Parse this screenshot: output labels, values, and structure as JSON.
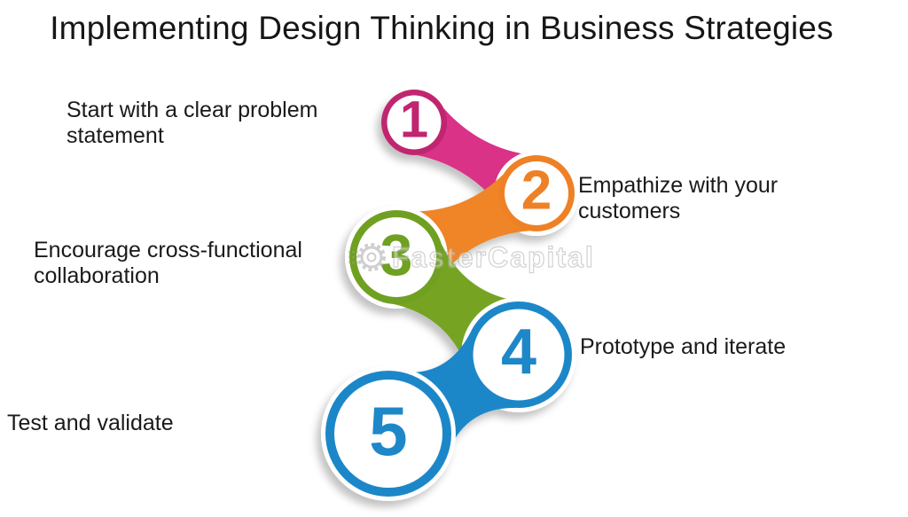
{
  "title": "Implementing Design Thinking in Business Strategies",
  "watermark": {
    "text": "FasterCapital"
  },
  "diagram": {
    "type": "process-chain",
    "background": "#FFFFFF",
    "steps": [
      {
        "number": "1",
        "label": "Start with a clear problem\nstatement",
        "color": "#C02570",
        "connector_color": "#D93087",
        "label_side": "left"
      },
      {
        "number": "2",
        "label": "Empathize with your\ncustomers",
        "color": "#EE8125",
        "connector_color": "#EF8526",
        "label_side": "right"
      },
      {
        "number": "3",
        "label": "Encourage cross-functional\ncollaboration",
        "color": "#6FA021",
        "connector_color": "#76A424",
        "label_side": "left"
      },
      {
        "number": "4",
        "label": "Prototype and iterate",
        "color": "#1E87C8",
        "connector_color": "#1E87C8",
        "label_side": "right"
      },
      {
        "number": "5",
        "label": "Test and validate",
        "color": "#1E87C8",
        "connector_color": "#1E87C8",
        "label_side": "left"
      }
    ]
  }
}
